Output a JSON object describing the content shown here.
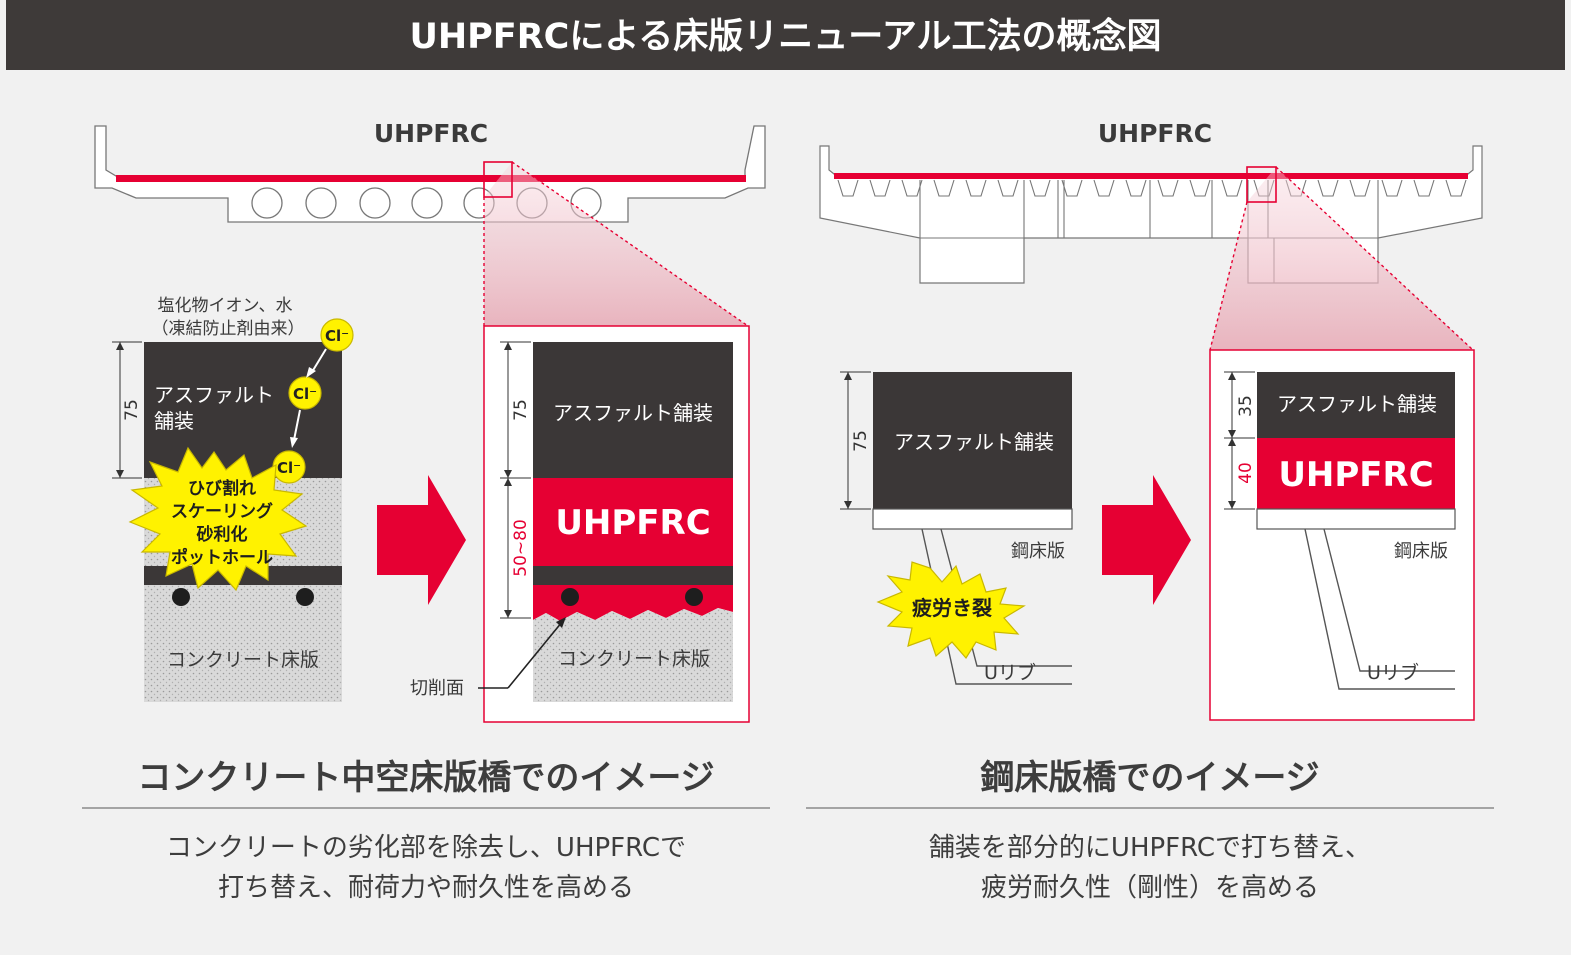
{
  "title": "UHPFRCによる床版リニューアル工法の概念図",
  "colors": {
    "red": "#e60033",
    "dark": "#3b3737",
    "header": "#3e3a39",
    "gray_text": "#3d3d3d",
    "yellow": "#fff200"
  },
  "left": {
    "bridge_label": "UHPFRC",
    "chloride_note_line1": "塩化物イオン、水",
    "chloride_note_line2": "（凍結防止剤由来）",
    "ion_label": "Cl⁻",
    "before": {
      "dim_asphalt": "75",
      "asphalt_line1": "アスファルト",
      "asphalt_line2": "舗装",
      "damage": [
        "ひび割れ",
        "スケーリング",
        "砂利化",
        "ポットホール"
      ],
      "concrete": "コンクリート床版"
    },
    "after": {
      "dim_asphalt": "75",
      "dim_uhpfrc": "50~80",
      "asphalt": "アスファルト舗装",
      "uhpfrc": "UHPFRC",
      "concrete": "コンクリート床版",
      "cut_surface": "切削面"
    },
    "heading": "コンクリート中空床版橋でのイメージ",
    "desc_line1": "コンクリートの劣化部を除去し、UHPFRCで",
    "desc_line2": "打ち替え、耐荷力や耐久性を高める"
  },
  "right": {
    "bridge_label": "UHPFRC",
    "before": {
      "dim_asphalt": "75",
      "asphalt": "アスファルト舗装",
      "steel_deck": "鋼床版",
      "fatigue": "疲労き裂",
      "u_rib": "Uリブ"
    },
    "after": {
      "dim_asphalt": "35",
      "dim_uhpfrc": "40",
      "asphalt": "アスファルト舗装",
      "uhpfrc": "UHPFRC",
      "steel_deck": "鋼床版",
      "u_rib": "Uリブ"
    },
    "heading": "鋼床版橋でのイメージ",
    "desc_line1": "舗装を部分的にUHPFRCで打ち替え、",
    "desc_line2": "疲労耐久性（剛性）を高める"
  }
}
